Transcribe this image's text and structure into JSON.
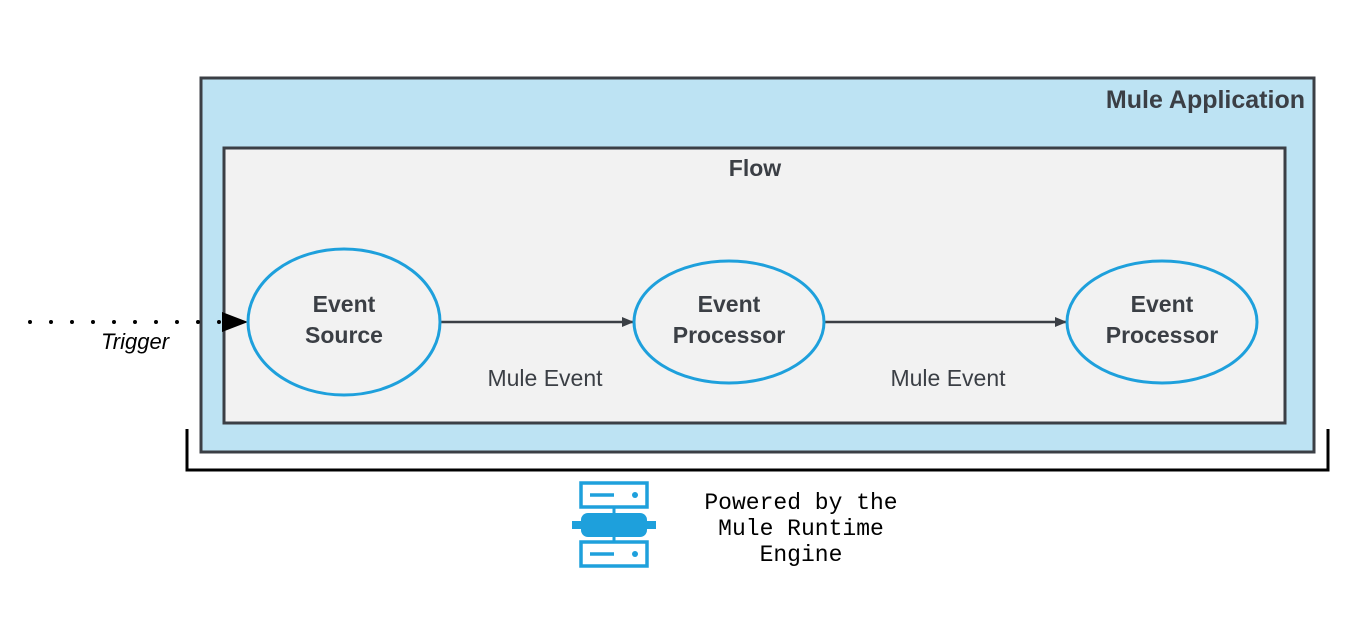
{
  "application": {
    "label": "Mule Application"
  },
  "flow": {
    "label": "Flow"
  },
  "trigger": {
    "label": "Trigger"
  },
  "nodes": [
    {
      "line1": "Event",
      "line2": "Source"
    },
    {
      "line1": "Event",
      "line2": "Processor"
    },
    {
      "line1": "Event",
      "line2": "Processor"
    }
  ],
  "edges": [
    {
      "label": "Mule Event"
    },
    {
      "label": "Mule Event"
    }
  ],
  "runtime": {
    "icon": "server-icon",
    "line1": "Powered by the",
    "line2": "Mule Runtime",
    "line3": "Engine"
  },
  "colors": {
    "app_fill": "#bde3f3",
    "flow_fill": "#f2f2f2",
    "node_stroke": "#1ea0dc",
    "box_stroke": "#3b3f45",
    "icon": "#1ea0dc"
  }
}
